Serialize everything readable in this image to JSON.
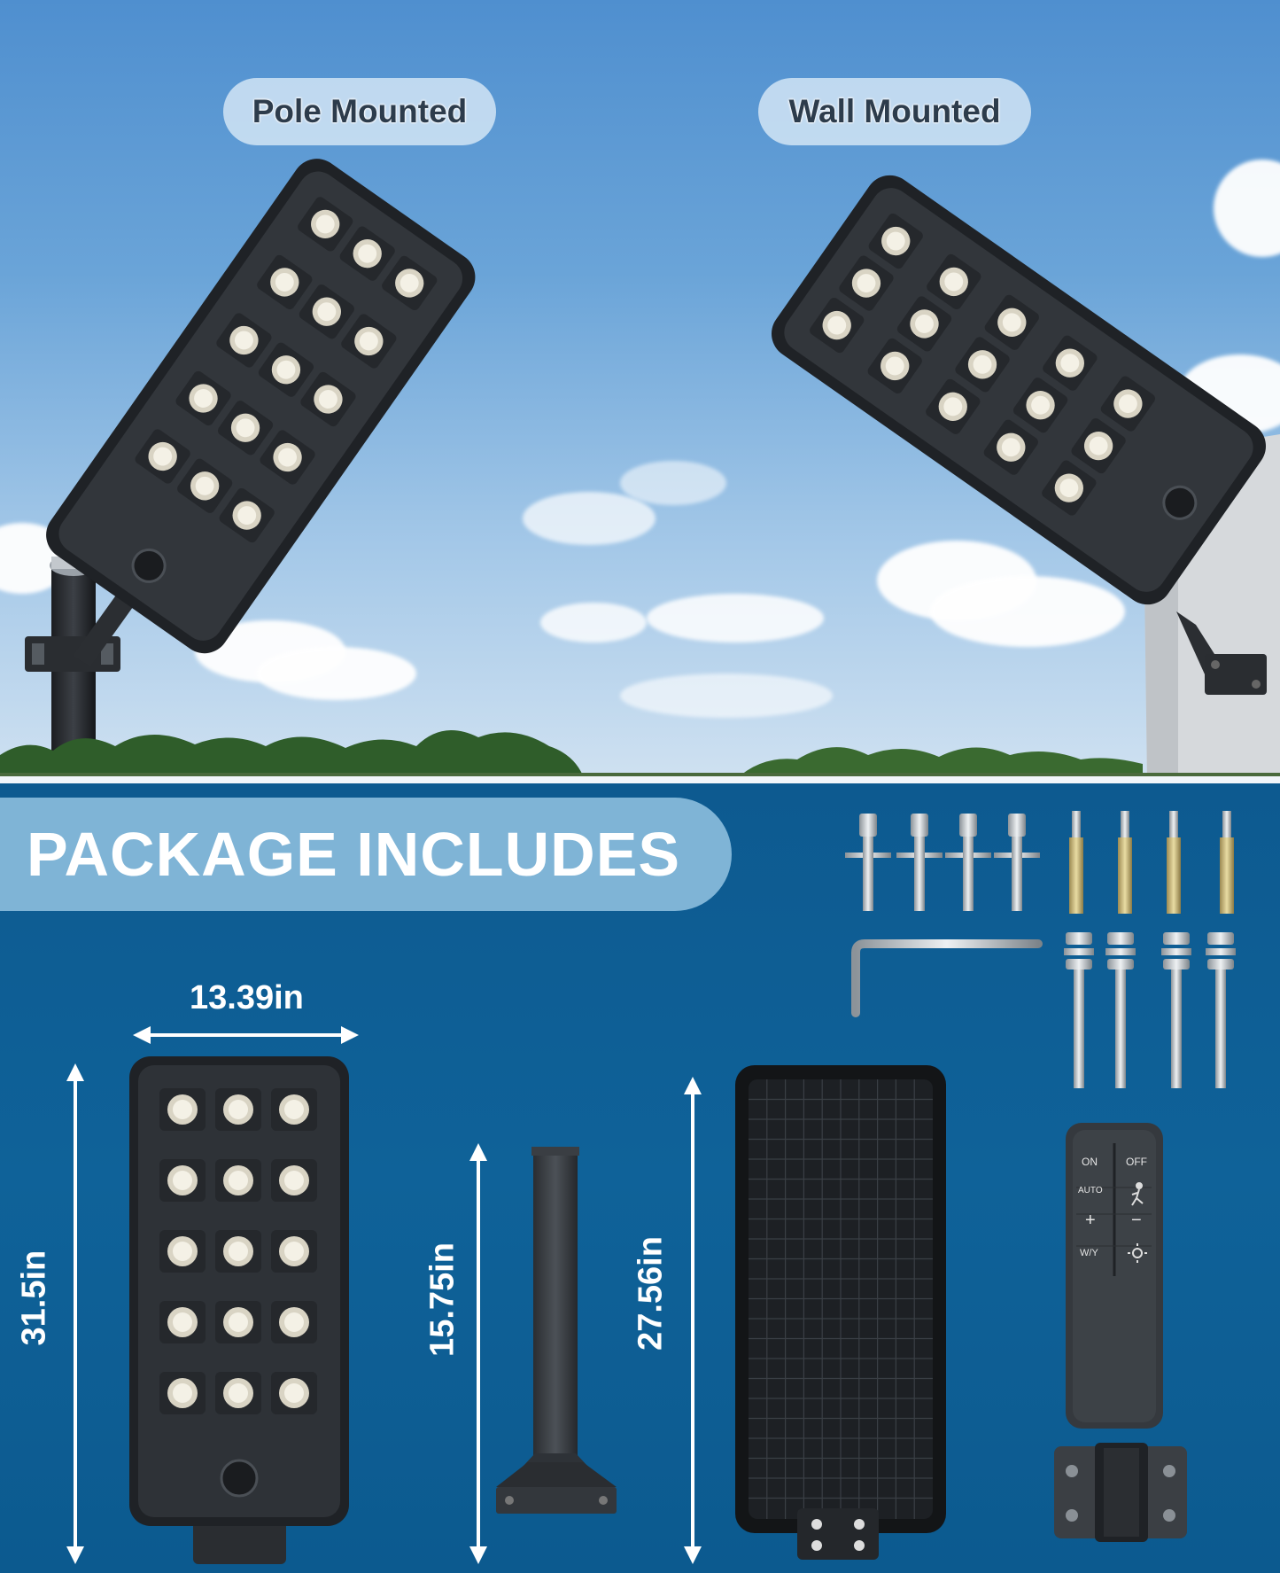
{
  "labels": {
    "pole_mounted": "Pole Mounted",
    "wall_mounted": "Wall Mounted",
    "package_includes": "PACKAGE INCLUDES"
  },
  "dimensions": {
    "lamp_width": "13.39in",
    "lamp_height": "31.5in",
    "pole_height": "15.75in",
    "panel_height": "27.56in"
  },
  "remote": {
    "on": "ON",
    "off": "OFF",
    "auto": "AUTO",
    "plus": "+",
    "minus": "−",
    "wy": "W/Y"
  },
  "colors": {
    "sky_top": "#4f8fcf",
    "package_bg": "#0e5f94",
    "banner": "#7fb4d6",
    "lamp_body": "#2e3237"
  }
}
